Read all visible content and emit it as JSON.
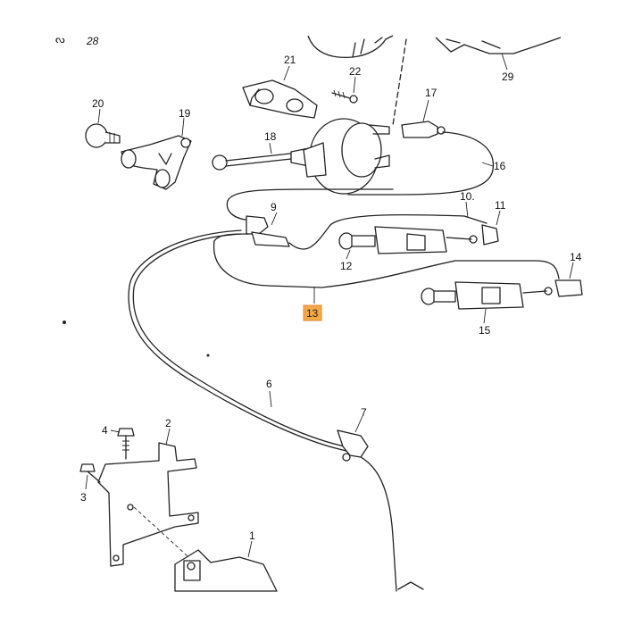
{
  "diagram": {
    "corner_glyph": "ᔓ",
    "labels": {
      "p1": "1",
      "p2": "2",
      "p3": "3",
      "p4": "4",
      "p6": "6",
      "p7": "7",
      "p9": "9",
      "p10": "10.",
      "p11": "11",
      "p12": "12",
      "p13": "13",
      "p14": "14",
      "p15": "15",
      "p16": "16",
      "p17": "17",
      "p18": "18",
      "p19": "19",
      "p20": "20",
      "p21": "21",
      "p22": "22",
      "p28": "28",
      "p29": "29"
    },
    "highlighted_part": "p13",
    "colors": {
      "highlight": "#f5a848",
      "line": "#222222"
    }
  }
}
